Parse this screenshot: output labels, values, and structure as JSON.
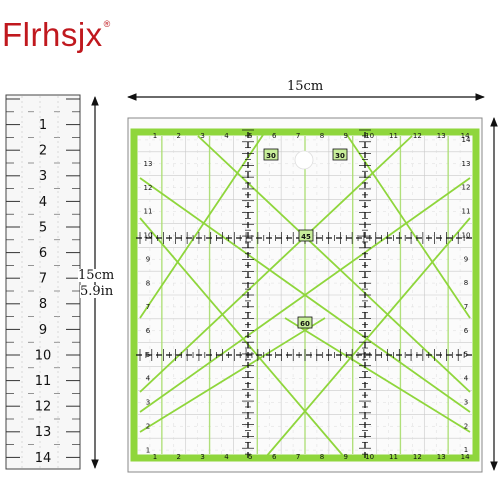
{
  "brand": {
    "name": "Flrhsjx",
    "mark": "®"
  },
  "dimensions": {
    "square_width": "15cm",
    "strip_length_cm": "15cm",
    "strip_length_in": "5.9in"
  },
  "strip_ruler": {
    "numbers": [
      "1",
      "2",
      "3",
      "4",
      "5",
      "6",
      "7",
      "8",
      "9",
      "10",
      "11",
      "12",
      "13",
      "14"
    ]
  },
  "square_ruler": {
    "top_numbers": [
      "1",
      "2",
      "3",
      "4",
      "5",
      "6",
      "7",
      "8",
      "9",
      "10",
      "11",
      "12",
      "13",
      "14"
    ],
    "bottom_numbers": [
      "1",
      "2",
      "3",
      "4",
      "5",
      "6",
      "7",
      "8",
      "9",
      "10",
      "11",
      "12",
      "13",
      "14"
    ],
    "left_numbers": [
      "13",
      "12",
      "11",
      "10",
      "9",
      "8",
      "7",
      "6",
      "5",
      "4",
      "3",
      "2",
      "1"
    ],
    "right_numbers": [
      "14",
      "13",
      "12",
      "11",
      "10",
      "9",
      "8",
      "7",
      "6",
      "5",
      "4",
      "3",
      "2",
      "1"
    ],
    "angle_labels": [
      "30",
      "30",
      "45",
      "60"
    ]
  },
  "colors": {
    "brand": "#c0181e",
    "accent_green": "#8fd63c",
    "ink": "#111111"
  }
}
